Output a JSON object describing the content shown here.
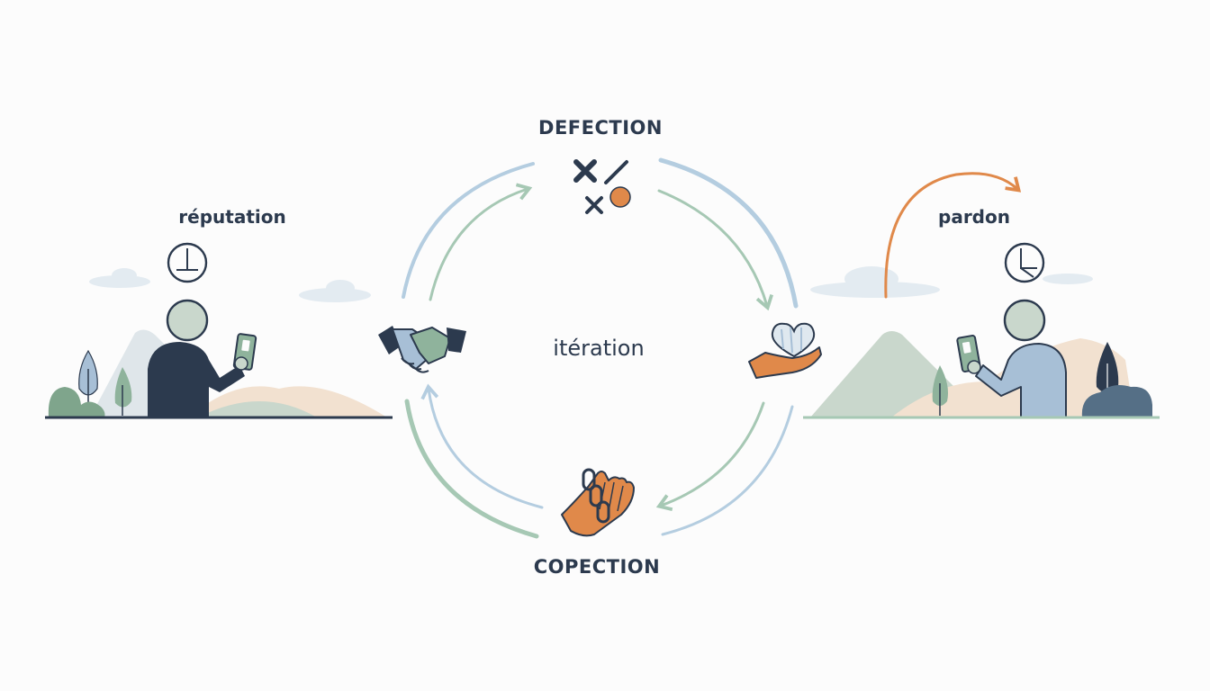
{
  "labels": {
    "top": "DEFECTION",
    "bottom": "COPECTION",
    "center": "itération",
    "left": "réputation",
    "right": "pardon"
  },
  "colors": {
    "navy": "#2c3a4e",
    "blue_arc": "#b4cde0",
    "green_arc": "#a6c8b4",
    "orange": "#e0894a",
    "sage": "#c9d7cc",
    "blue_person": "#a7bfd6",
    "sand": "#f2e1d0"
  },
  "icons": {
    "top": "defection-symbols-icon",
    "left": "handshake-icon",
    "right": "hand-holding-heart-icon",
    "bottom": "chained-hand-icon",
    "left_badge": "clock-icon",
    "right_badge": "clock-icon"
  }
}
